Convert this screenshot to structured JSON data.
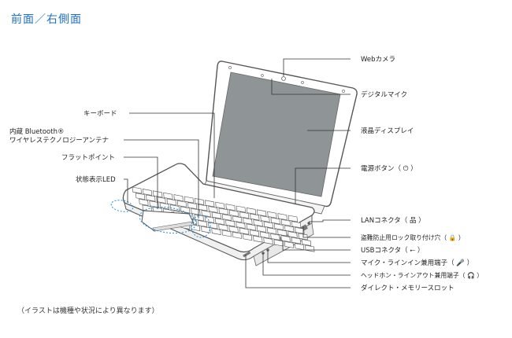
{
  "title": "前面／右側面",
  "labels_right": {
    "webcam": "Webカメラ",
    "mic": "デジタルマイク",
    "lcd": "液晶ディスプレイ",
    "power": "電源ボタン（ ⏻ ）",
    "lan": "LANコネクタ（ 品 ）",
    "lock": "盗難防止用ロック取り付け穴（ 🔒 ）",
    "usb": "USBコネクタ（ ⭠ ）",
    "mic_in": "マイク・ラインイン兼用端子（ 🎤 ）",
    "headphone": "ヘッドホン・ラインアウト兼用端子（ 🎧 ）",
    "card": "ダイレクト・メモリースロット"
  },
  "labels_left": {
    "keyboard": "キーボード",
    "bt_line1": "内蔵 Bluetooth®",
    "bt_line2": "ワイヤレステクノロジーアンテナ",
    "pad": "フラットポイント",
    "led": "状態表示LED"
  },
  "note": "（イラストは機種や状況により異なります）"
}
